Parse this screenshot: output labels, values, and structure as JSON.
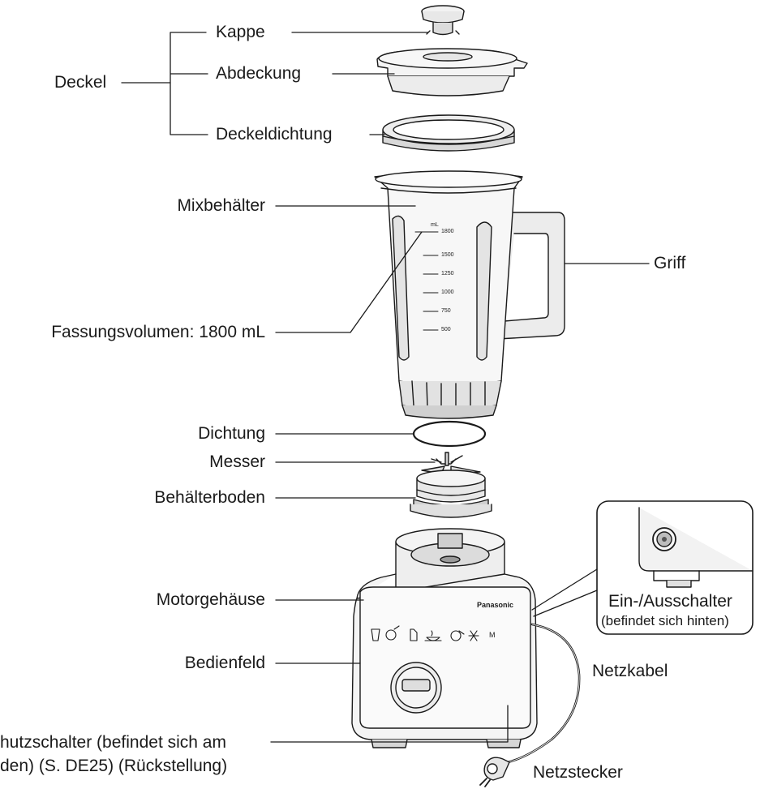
{
  "labels": {
    "kappe": "Kappe",
    "abdeckung": "Abdeckung",
    "deckel": "Deckel",
    "deckeldichtung": "Deckeldichtung",
    "mixbehaelter": "Mixbehälter",
    "griff": "Griff",
    "fassungsvolumen": "Fassungsvolumen: 1800 mL",
    "dichtung": "Dichtung",
    "messer": "Messer",
    "behaelterboden": "Behälterboden",
    "motorgehaeuse": "Motorgehäuse",
    "bedienfeld": "Bedienfeld",
    "schalter_line1": "Ein-/Ausschalter",
    "schalter_line2": "(befindet sich hinten)",
    "netzkabel": "Netzkabel",
    "netzstecker": "Netzstecker",
    "schutzschalter_line1": "hutzschalter (befindet sich am",
    "schutzschalter_line2": "den) (S. DE25) (Rückstellung)"
  },
  "scale": {
    "unit": "mL",
    "marks": [
      "1800",
      "1500",
      "1250",
      "1000",
      "750",
      "500"
    ]
  },
  "panel": {
    "brand": "Panasonic",
    "mode_label": "M"
  },
  "icons": {
    "panel": [
      "glass-icon",
      "fruit-icon",
      "bottle-icon",
      "soup-icon",
      "frozen-dessert-icon",
      "snowflake-icon"
    ],
    "switch": "power-switch-icon",
    "plug": "power-plug-icon"
  },
  "colors": {
    "line": "#1a1a1a",
    "body_fill": "#f4f4f4",
    "jar_fill": "#f7f7f7",
    "dark_fill": "#3a3a3a"
  }
}
